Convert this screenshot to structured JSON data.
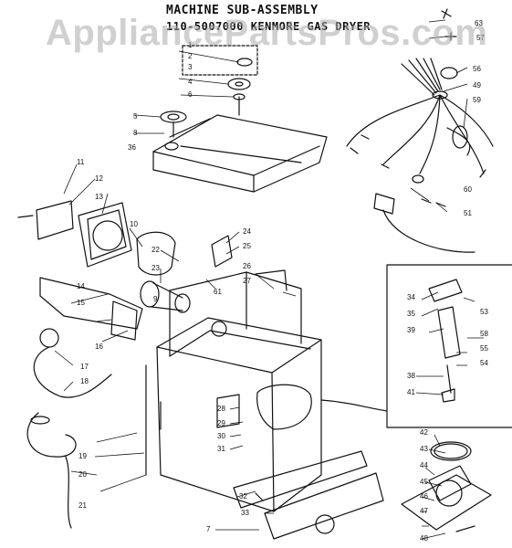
{
  "title": {
    "line1": "MACHINE SUB-ASSEMBLY",
    "line2": "110-5007000 KENMORE GAS DRYER"
  },
  "watermark": "AppliancePartsPros.com",
  "callouts": [
    {
      "id": "63"
    },
    {
      "id": "57"
    },
    {
      "id": "1"
    },
    {
      "id": "2"
    },
    {
      "id": "3"
    },
    {
      "id": "4"
    },
    {
      "id": "6"
    },
    {
      "id": "5"
    },
    {
      "id": "8"
    },
    {
      "id": "36"
    },
    {
      "id": "56"
    },
    {
      "id": "49"
    },
    {
      "id": "59"
    },
    {
      "id": "60"
    },
    {
      "id": "51"
    },
    {
      "id": "11"
    },
    {
      "id": "12"
    },
    {
      "id": "13"
    },
    {
      "id": "10"
    },
    {
      "id": "24"
    },
    {
      "id": "25"
    },
    {
      "id": "22"
    },
    {
      "id": "26"
    },
    {
      "id": "23"
    },
    {
      "id": "27"
    },
    {
      "id": "9"
    },
    {
      "id": "61"
    },
    {
      "id": "14"
    },
    {
      "id": "15"
    },
    {
      "id": "16"
    },
    {
      "id": "17"
    },
    {
      "id": "18"
    },
    {
      "id": "19"
    },
    {
      "id": "20"
    },
    {
      "id": "21"
    },
    {
      "id": "28"
    },
    {
      "id": "29"
    },
    {
      "id": "30"
    },
    {
      "id": "31"
    },
    {
      "id": "32"
    },
    {
      "id": "33"
    },
    {
      "id": "34"
    },
    {
      "id": "35"
    },
    {
      "id": "53"
    },
    {
      "id": "39"
    },
    {
      "id": "58"
    },
    {
      "id": "55"
    },
    {
      "id": "54"
    },
    {
      "id": "38"
    },
    {
      "id": "41"
    },
    {
      "id": "42"
    },
    {
      "id": "43"
    },
    {
      "id": "44"
    },
    {
      "id": "45"
    },
    {
      "id": "46"
    },
    {
      "id": "47"
    },
    {
      "id": "48"
    },
    {
      "id": "7"
    }
  ]
}
